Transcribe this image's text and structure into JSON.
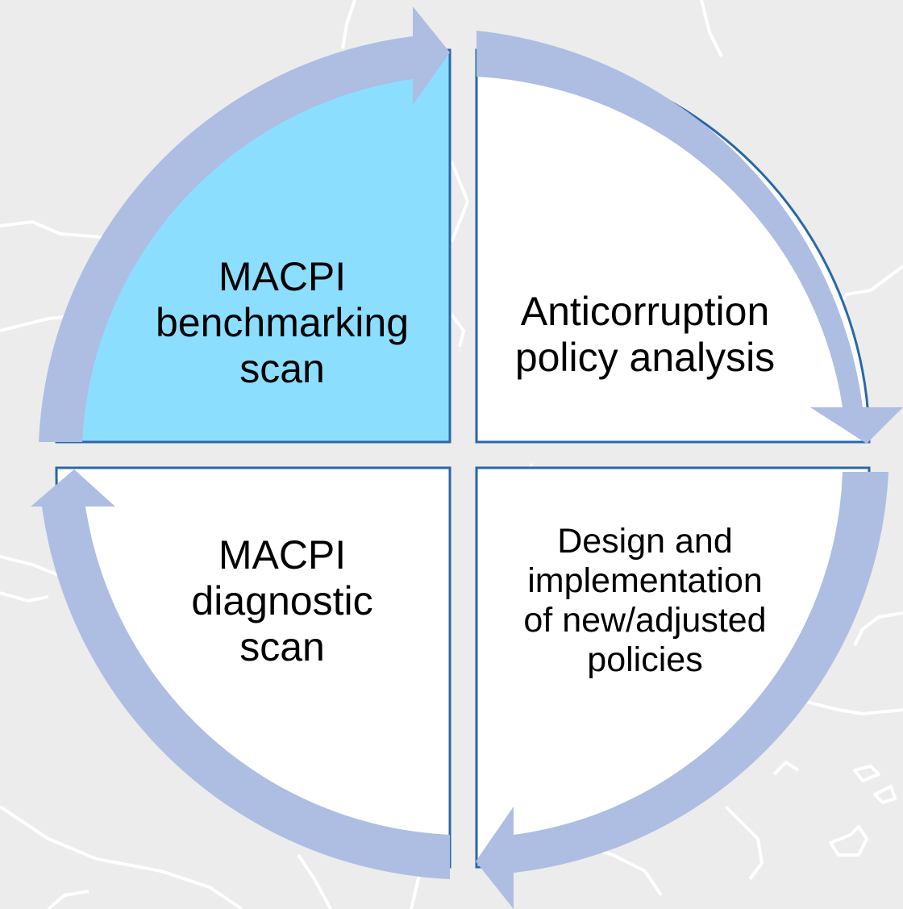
{
  "colors": {
    "background": "#ececec",
    "map_lines": "#ffffff",
    "arrow": "#aebde2",
    "highlight_fill": "#8cdefe",
    "quadrant_fill": "#ffffff",
    "quadrant_border": "#2a67a8"
  },
  "quadrants": {
    "top_left": {
      "label": "MACPI\nbenchmarking\nscan",
      "highlighted": true
    },
    "top_right": {
      "label": "Anticorruption\npolicy analysis",
      "highlighted": false
    },
    "bottom_right": {
      "label": "Design and\nimplementation\nof new/adjusted\npolicies",
      "highlighted": false
    },
    "bottom_left": {
      "label": "MACPI\ndiagnostic\nscan",
      "highlighted": false
    }
  }
}
